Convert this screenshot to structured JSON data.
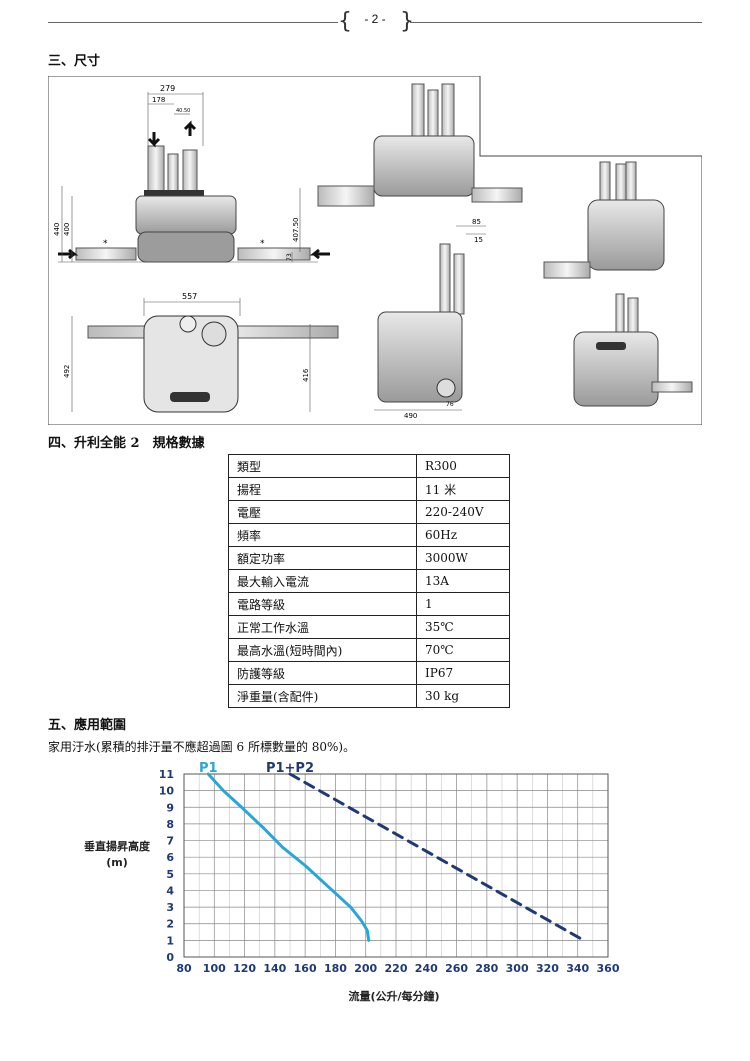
{
  "header": {
    "page_number": "- 2 -"
  },
  "section3": {
    "title": "三、尺寸",
    "dimensions": [
      "279",
      "178",
      "40.50",
      "440",
      "400",
      "407.50",
      "73",
      "557",
      "492",
      "416",
      "85",
      "15",
      "490",
      "76"
    ],
    "markers": [
      "*",
      "*"
    ]
  },
  "section4": {
    "title": "四、升利全能 2　規格數據",
    "specs": [
      {
        "label": "類型",
        "value": "R300"
      },
      {
        "label": "揚程",
        "value": "11 米"
      },
      {
        "label": "電壓",
        "value": "220-240V"
      },
      {
        "label": "頻率",
        "value": "60Hz"
      },
      {
        "label": "額定功率",
        "value": "3000W"
      },
      {
        "label": "最大輸入電流",
        "value": "13A"
      },
      {
        "label": "電路等級",
        "value": "1"
      },
      {
        "label": "正常工作水溫",
        "value": "35℃"
      },
      {
        "label": "最高水溫(短時間內)",
        "value": "70℃"
      },
      {
        "label": "防護等級",
        "value": "IP67"
      },
      {
        "label": "淨重量(含配件)",
        "value": "30 kg"
      }
    ]
  },
  "section5": {
    "title": "五、應用範圍",
    "description": "家用汙水(累積的排汙量不應超過圖 6 所標數量的 80%)。"
  },
  "colors": {
    "p1": "#2aa6d6",
    "p1p2": "#1f3a73",
    "axis_text": "#1f3a73",
    "grid": "#888888"
  },
  "chart_data": {
    "type": "line",
    "xlabel": "流量(公升/每分鐘)",
    "ylabel_line1": "垂直揚昇高度",
    "ylabel_line2": "(m)",
    "xlim": [
      80,
      360
    ],
    "ylim": [
      0,
      11
    ],
    "x_ticks": [
      "80",
      "100",
      "120",
      "140",
      "160",
      "180",
      "200",
      "220",
      "240",
      "260",
      "280",
      "300",
      "320",
      "340",
      "360"
    ],
    "y_ticks": [
      "0",
      "1",
      "2",
      "3",
      "4",
      "5",
      "6",
      "7",
      "8",
      "9",
      "10",
      "11"
    ],
    "grid": true,
    "series": [
      {
        "name": "P1",
        "style": "solid",
        "x": [
          96,
          106,
          118,
          132,
          145,
          160,
          178,
          190,
          197,
          201,
          202
        ],
        "y": [
          11,
          10,
          9,
          7.8,
          6.6,
          5.5,
          4.0,
          3.0,
          2.2,
          1.6,
          1.0
        ]
      },
      {
        "name": "P1+P2",
        "style": "dashed",
        "x": [
          150,
          344
        ],
        "y": [
          11,
          1
        ]
      }
    ]
  }
}
